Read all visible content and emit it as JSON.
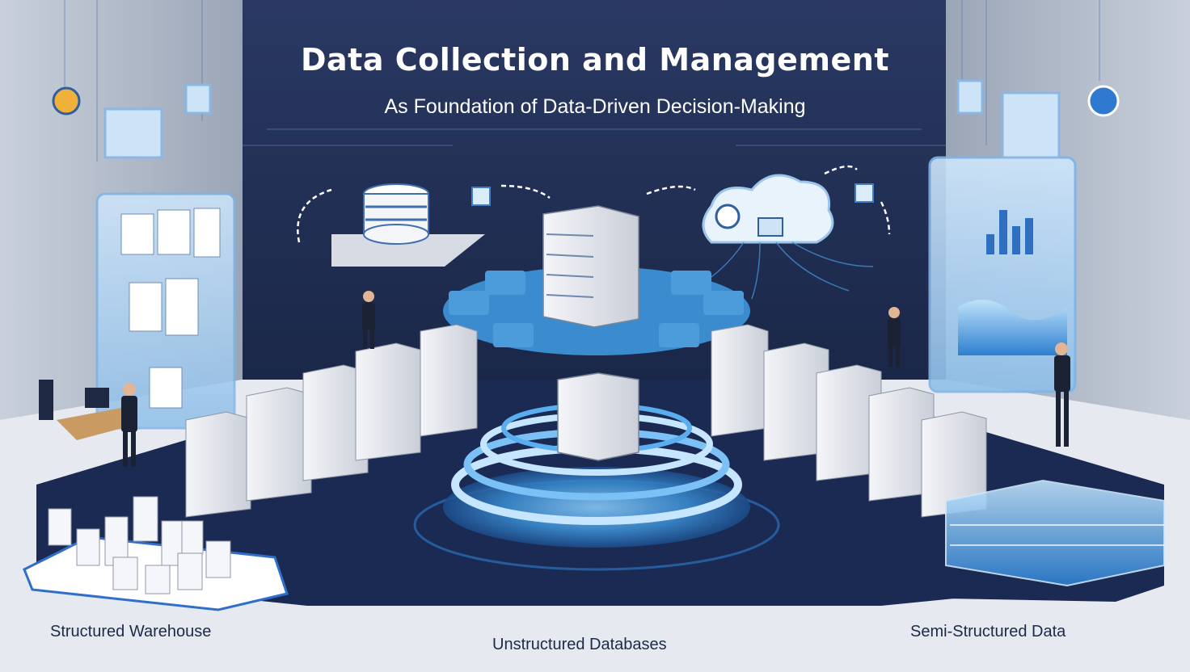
{
  "title": "Data Collection and Management",
  "subtitle": "As Foundation of Data-Driven Decision-Making",
  "sections": {
    "left": "Structured Warehouse",
    "center": "Unstructured Databases",
    "right": "Semi-Structured Data"
  },
  "colors": {
    "navy": "#1f2d55",
    "floor": "#e3e7ee",
    "platform": "#1b2a52",
    "accent_blue": "#3d8fd0",
    "light_blue": "#a9d3f3",
    "server_white": "#eef0f4"
  },
  "icons": [
    "database-icon",
    "server-rack-icon",
    "cloud-icon",
    "lock-icon",
    "gear-icon",
    "chart-icon",
    "person-icon",
    "desk-icon",
    "data-ring-icon"
  ]
}
